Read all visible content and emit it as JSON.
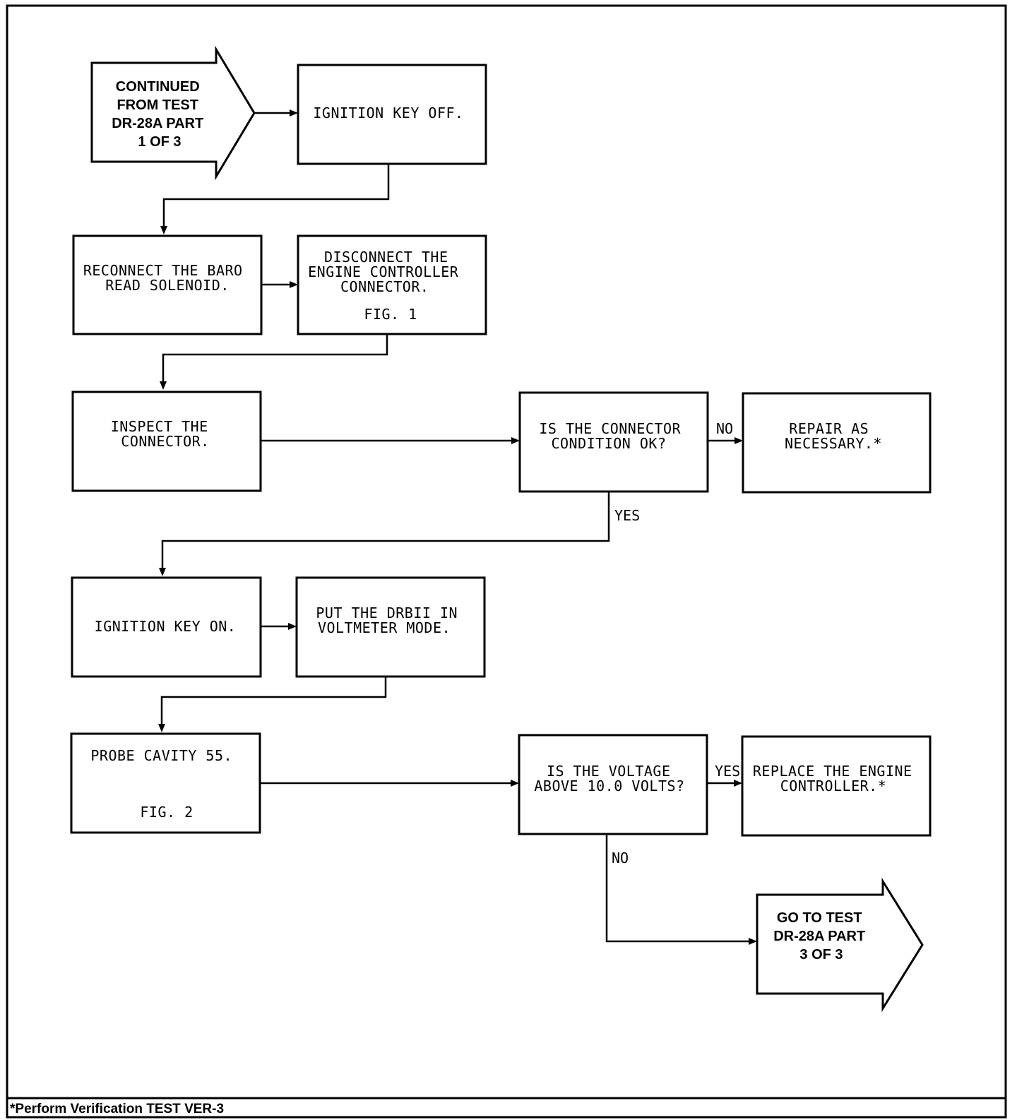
{
  "flowchart": {
    "start": {
      "lines": [
        "CONTINUED",
        "FROM TEST",
        "DR-28A PART",
        "1 OF 3"
      ]
    },
    "step_ignition_off": {
      "lines": [
        "IGNITION KEY OFF."
      ]
    },
    "step_reconnect_baro": {
      "lines": [
        "RECONNECT THE BARO",
        "READ SOLENOID."
      ]
    },
    "step_disconnect_controller": {
      "lines": [
        "DISCONNECT THE",
        "ENGINE CONTROLLER",
        "CONNECTOR."
      ],
      "figure": "FIG. 1"
    },
    "step_inspect_connector": {
      "lines": [
        "INSPECT THE",
        "CONNECTOR."
      ]
    },
    "decision_connector_ok": {
      "lines": [
        "IS THE CONNECTOR",
        "CONDITION OK?"
      ]
    },
    "step_repair": {
      "lines": [
        "REPAIR AS",
        "NECESSARY.*"
      ]
    },
    "step_ignition_on": {
      "lines": [
        "IGNITION KEY ON."
      ]
    },
    "step_voltmeter_mode": {
      "lines": [
        "PUT THE DRBII IN",
        "VOLTMETER MODE."
      ]
    },
    "step_probe_cavity": {
      "lines": [
        "PROBE CAVITY 55."
      ],
      "figure": "FIG. 2"
    },
    "decision_voltage": {
      "lines": [
        "IS THE VOLTAGE",
        "ABOVE 10.0 VOLTS?"
      ]
    },
    "step_replace_controller": {
      "lines": [
        "REPLACE THE ENGINE",
        "CONTROLLER.*"
      ]
    },
    "end": {
      "lines": [
        "GO TO TEST",
        "DR-28A PART",
        "3 OF 3"
      ]
    },
    "labels": {
      "connector_no": "NO",
      "connector_yes": "YES",
      "voltage_yes": "YES",
      "voltage_no": "NO"
    }
  },
  "footer": {
    "note": "*Perform Verification TEST VER-3"
  }
}
